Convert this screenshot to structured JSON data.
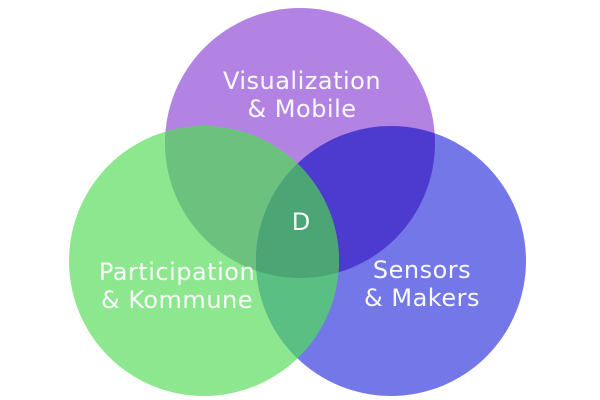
{
  "diagram": {
    "type": "venn",
    "background": "#ffffff",
    "text_color": "#fafafc",
    "center_label": "D",
    "circles": [
      {
        "id": "visualization-mobile",
        "label_line1": "Visualization",
        "label_line2": "& Mobile",
        "color": "#b283e3"
      },
      {
        "id": "participation-kommune",
        "label_line1": "Participation",
        "label_line2": "& Kommune",
        "color": "#8ce78f"
      },
      {
        "id": "sensors-makers",
        "label_line1": "Sensors",
        "label_line2": "& Makers",
        "color": "#7477e8"
      }
    ],
    "overlap_colors": {
      "visualization_participation": "#6bc17d",
      "visualization_sensors": "#4d3bd0",
      "participation_sensors": "#59bf82",
      "all_three": "#4ba574"
    }
  }
}
